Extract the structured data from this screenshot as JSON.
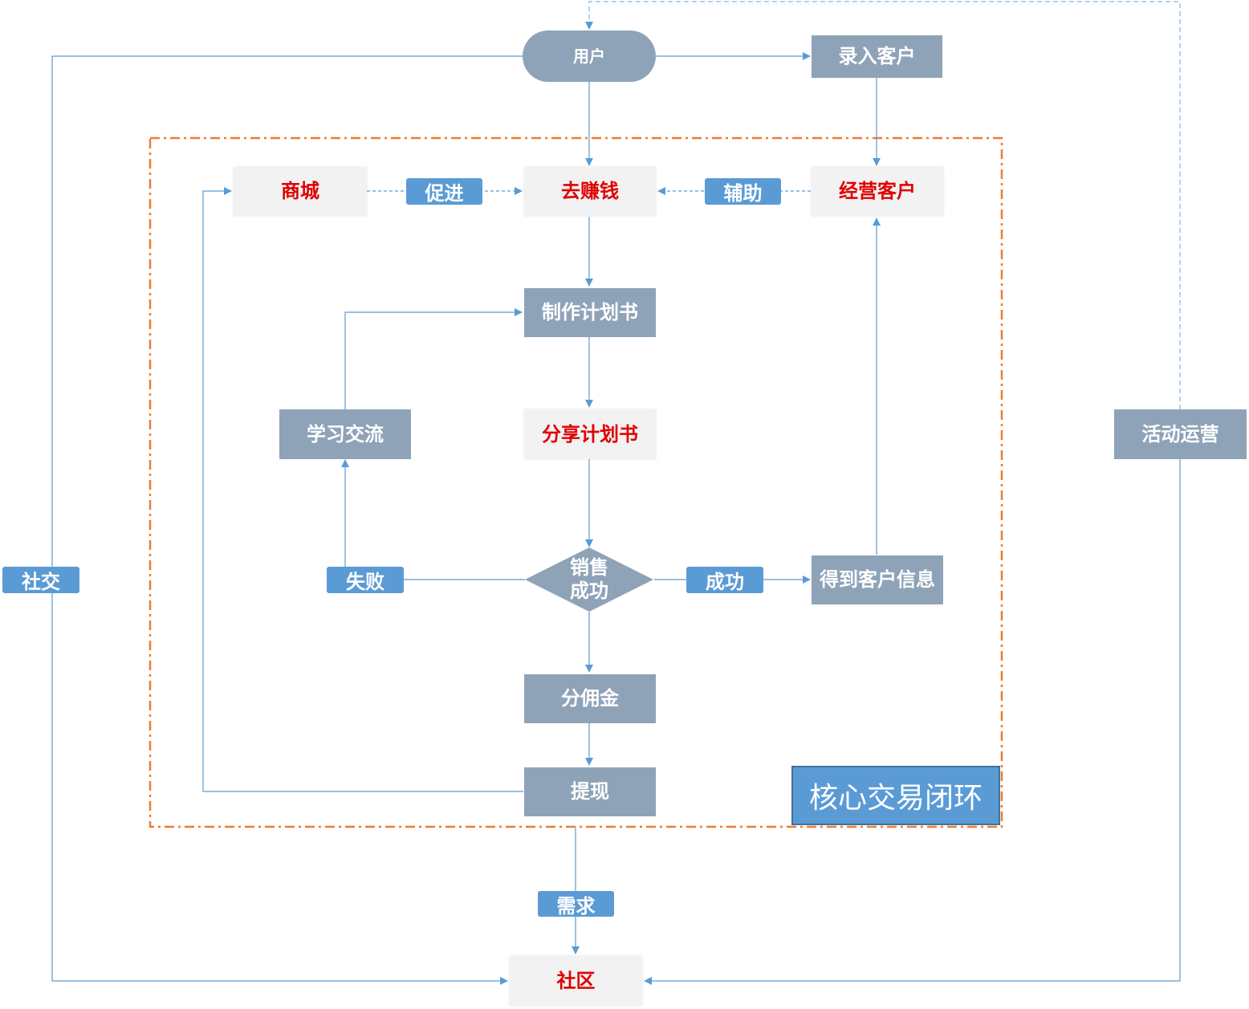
{
  "nodes": {
    "user": "用户",
    "enter_customer": "录入客户",
    "mall": "商城",
    "earn_money": "去赚钱",
    "manage_customer": "经营客户",
    "make_plan": "制作计划书",
    "share_plan": "分享计划书",
    "learn_exchange": "学习交流",
    "sale_success": "销售成功",
    "get_customer_info": "得到客户信息",
    "commission": "分佣金",
    "withdraw": "提现",
    "community": "社区",
    "activity_ops": "活动运营"
  },
  "edge_labels": {
    "promote": "促进",
    "assist": "辅助",
    "fail": "失败",
    "success": "成功",
    "social": "社交",
    "demand": "需求"
  },
  "region_label": "核心交易闭环",
  "colors": {
    "node_gray": "#8fa3b8",
    "node_light": "#f2f2f2",
    "highlight_text": "#e00000",
    "tag_blue": "#5b9bd5",
    "line_blue": "#5b9bd5",
    "region_border": "#ed7d31"
  }
}
